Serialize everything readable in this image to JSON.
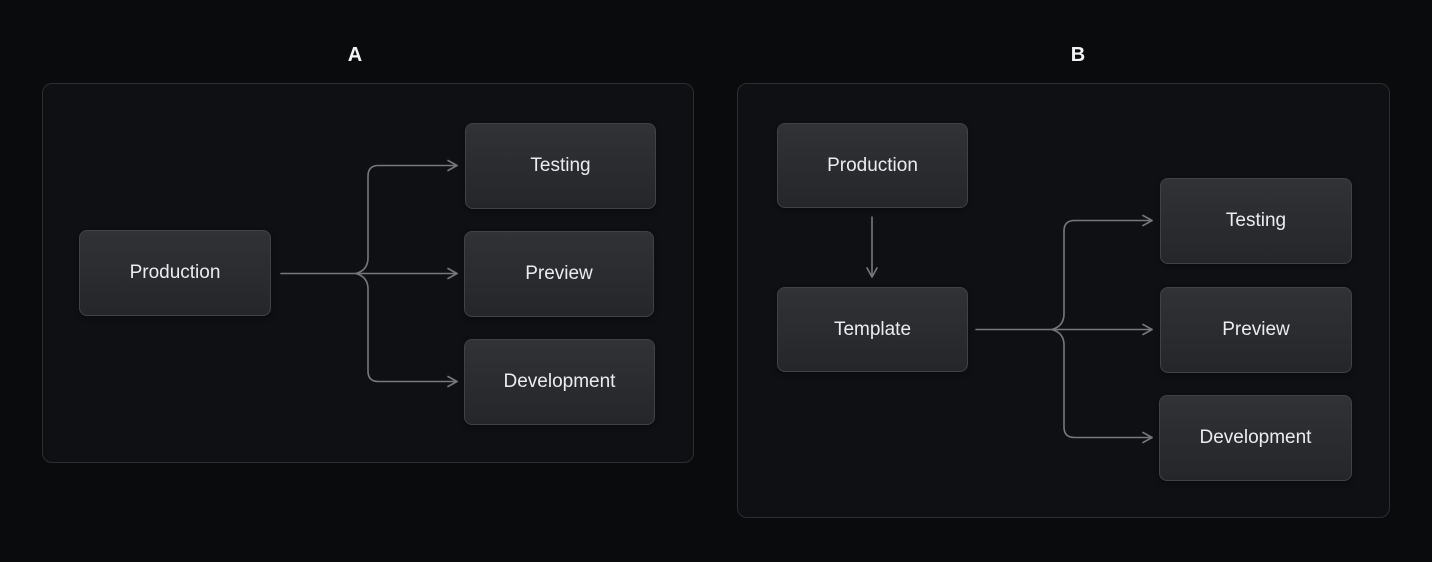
{
  "diagram": {
    "panels": [
      {
        "id": "A",
        "title": "A",
        "nodes": [
          {
            "id": "production",
            "label": "Production"
          },
          {
            "id": "testing",
            "label": "Testing"
          },
          {
            "id": "preview",
            "label": "Preview"
          },
          {
            "id": "development",
            "label": "Development"
          }
        ],
        "edges": [
          {
            "from": "production",
            "to": "testing"
          },
          {
            "from": "production",
            "to": "preview"
          },
          {
            "from": "production",
            "to": "development"
          }
        ]
      },
      {
        "id": "B",
        "title": "B",
        "nodes": [
          {
            "id": "production",
            "label": "Production"
          },
          {
            "id": "template",
            "label": "Template"
          },
          {
            "id": "testing",
            "label": "Testing"
          },
          {
            "id": "preview",
            "label": "Preview"
          },
          {
            "id": "development",
            "label": "Development"
          }
        ],
        "edges": [
          {
            "from": "production",
            "to": "template"
          },
          {
            "from": "template",
            "to": "testing"
          },
          {
            "from": "template",
            "to": "preview"
          },
          {
            "from": "template",
            "to": "development"
          }
        ]
      }
    ],
    "colors": {
      "background": "#0a0b0d",
      "panel_fill": "#0f1014",
      "panel_border": "#2c2e32",
      "node_fill_top": "#303236",
      "node_fill_bottom": "#242629",
      "node_border": "#3f4347",
      "node_text": "#eaecee",
      "connector": "#75797d",
      "title_text": "#f3f4f6"
    }
  }
}
